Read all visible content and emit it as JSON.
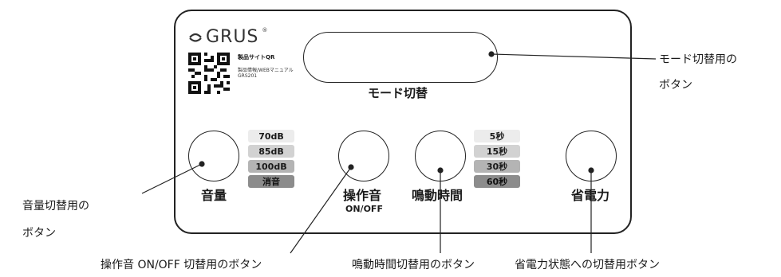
{
  "brand": {
    "name": "GRUS",
    "reg_mark": "®"
  },
  "qr": {
    "title": "製品サイトQR",
    "subtitle": "製品情報/WEBマニュアル",
    "model": "GRS201"
  },
  "mode_button": {
    "label": "モード切替"
  },
  "volume": {
    "label": "音量",
    "levels": [
      "70dB",
      "85dB",
      "100dB",
      "消音"
    ],
    "level_colors": [
      "#ececec",
      "#d2d2d2",
      "#b4b4b4",
      "#8c8c8c"
    ]
  },
  "operation_sound": {
    "label": "操作音",
    "sub_label": "ON/OFF"
  },
  "ring_time": {
    "label": "鳴動時間",
    "durations": [
      "5秒",
      "15秒",
      "30秒",
      "60秒"
    ],
    "duration_colors": [
      "#ececec",
      "#d2d2d2",
      "#b4b4b4",
      "#8c8c8c"
    ]
  },
  "power_save": {
    "label": "省電力"
  },
  "callouts": {
    "mode_line1": "モード切替用の",
    "mode_line2": "ボタン",
    "volume_line1": "音量切替用の",
    "volume_line2": "ボタン",
    "operation_sound": "操作音 ON/OFF 切替用のボタン",
    "ring_time": "鳴動時間切替用のボタン",
    "power_save": "省電力状態への切替用ボタン"
  }
}
